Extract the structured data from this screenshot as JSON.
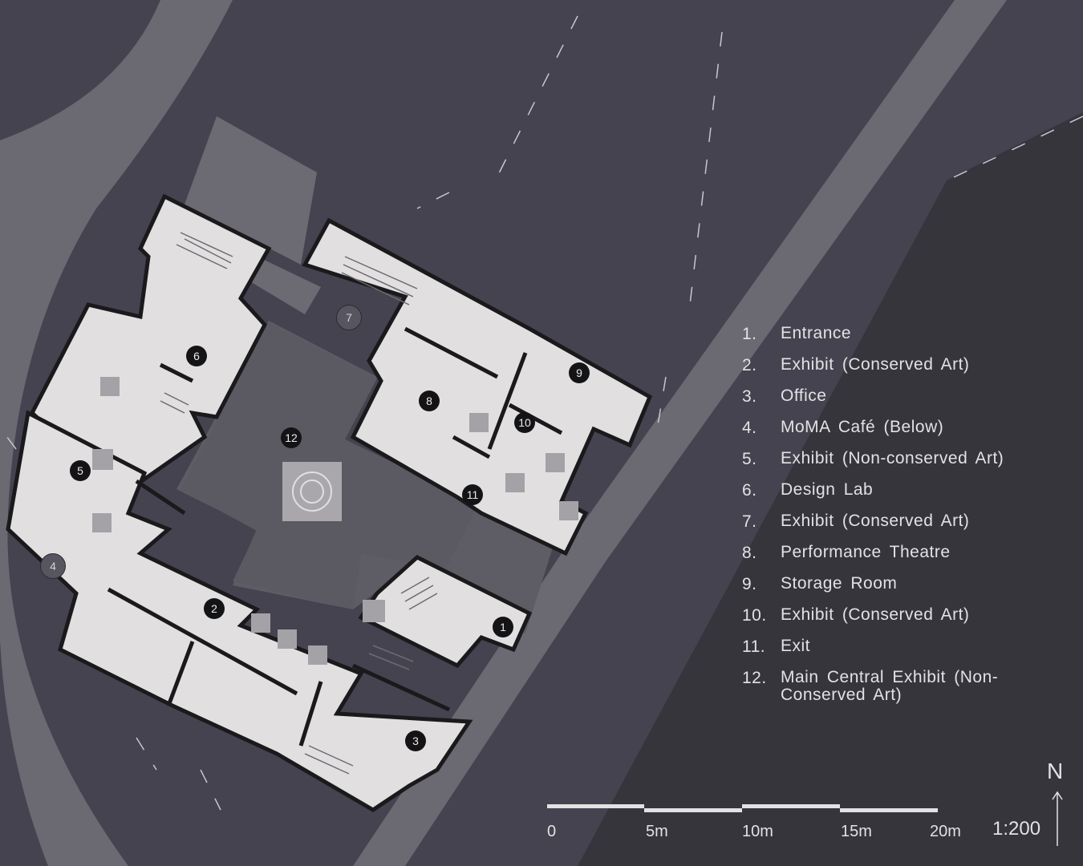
{
  "legend": [
    {
      "num": "1.",
      "label": "Entrance"
    },
    {
      "num": "2.",
      "label": "Exhibit (Conserved Art)"
    },
    {
      "num": "3.",
      "label": "Office"
    },
    {
      "num": "4.",
      "label": "MoMA Café (Below)"
    },
    {
      "num": "5.",
      "label": "Exhibit (Non-conserved Art)"
    },
    {
      "num": "6.",
      "label": "Design Lab"
    },
    {
      "num": "7.",
      "label": "Exhibit (Conserved Art)"
    },
    {
      "num": "8.",
      "label": "Performance Theatre"
    },
    {
      "num": "9.",
      "label": "Storage Room"
    },
    {
      "num": "10.",
      "label": "Exhibit (Conserved Art)"
    },
    {
      "num": "11.",
      "label": "Exit"
    },
    {
      "num": "12.",
      "label": "Main Central Exhibit (Non-Conserved Art)"
    }
  ],
  "markers": {
    "m1": "1",
    "m2": "2",
    "m3": "3",
    "m4": "4",
    "m5": "5",
    "m6": "6",
    "m7": "7",
    "m8": "8",
    "m9": "9",
    "m10": "10",
    "m11": "11",
    "m12": "12"
  },
  "scale_bar": {
    "labels": [
      "0",
      "5m",
      "10m",
      "15m",
      "20m"
    ],
    "ratio": "1:200"
  },
  "north": {
    "label": "N"
  },
  "colors": {
    "background": "#45434f",
    "road": "#6a6870",
    "building_floor": "#e2dfe0",
    "courtyard": "#5c5a62",
    "wall": "#1a1a1c",
    "text": "#e4e1e4"
  }
}
